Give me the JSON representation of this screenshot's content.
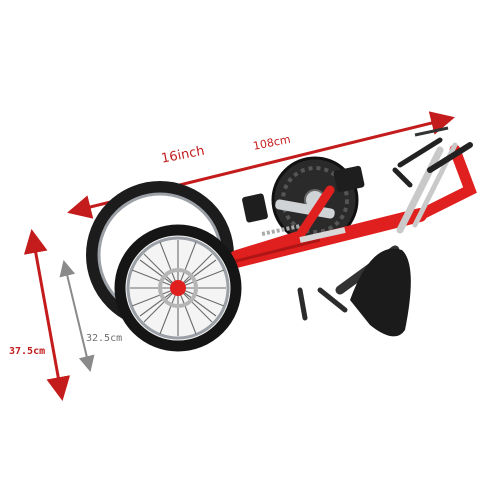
{
  "photo": {
    "subject": "folding-bicycle",
    "frame_color": "#e0201e",
    "dimension_color": "#c41c1c",
    "secondary_dimension_color": "#8a8a8a"
  },
  "annotations": {
    "wheel_size": "16inch",
    "folded_length": "108cm",
    "folded_height": "37.5cm",
    "secondary_height": "32.5cm"
  }
}
